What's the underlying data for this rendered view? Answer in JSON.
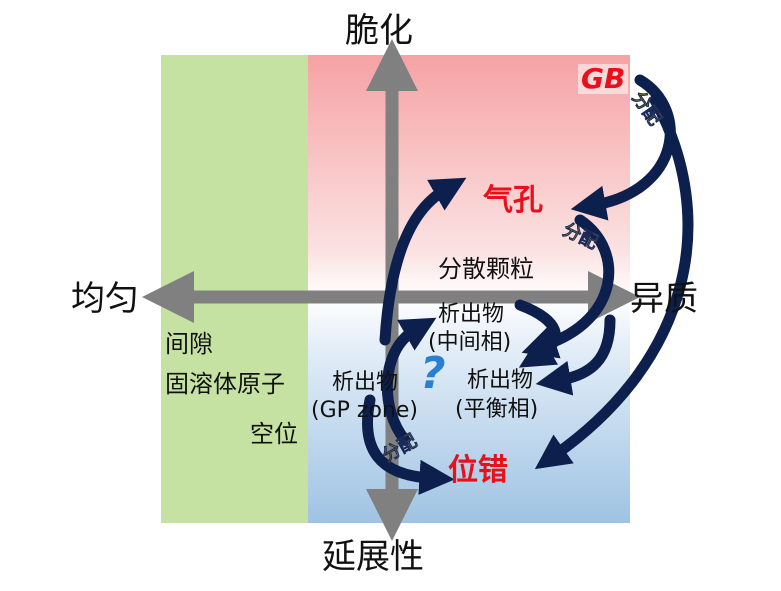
{
  "axes": {
    "top": "脆化",
    "bottom": "延展性",
    "left": "均匀",
    "right": "异质"
  },
  "left_labels": {
    "interstitial": "间隙",
    "solid_solution": "固溶体原子",
    "vacancy": "空位"
  },
  "items": {
    "pore": "气孔",
    "dispersed_particles": "分散颗粒",
    "precipitate_intermediate_line1": "析出物",
    "precipitate_intermediate_line2": "(中间相)",
    "precipitate_gp_line1": "析出物",
    "precipitate_gp_line2": "(GP zone)",
    "precipitate_equilibrium_line1": "析出物",
    "precipitate_equilibrium_line2": "(平衡相)",
    "dislocation": "位错",
    "gb": "GB",
    "question_mark": "?"
  },
  "distribution_tags": [
    "分配",
    "分配",
    "分配"
  ],
  "colors": {
    "green_zone": "#c5e2a3",
    "red_zone_top": "#f7a9aa",
    "blue_zone_bottom": "#a7c9e6",
    "axis_gray": "#808080",
    "arrow_navy": "#0d1f4d",
    "highlight_red": "#e8101a",
    "tag_yellow": "#ffe800"
  }
}
